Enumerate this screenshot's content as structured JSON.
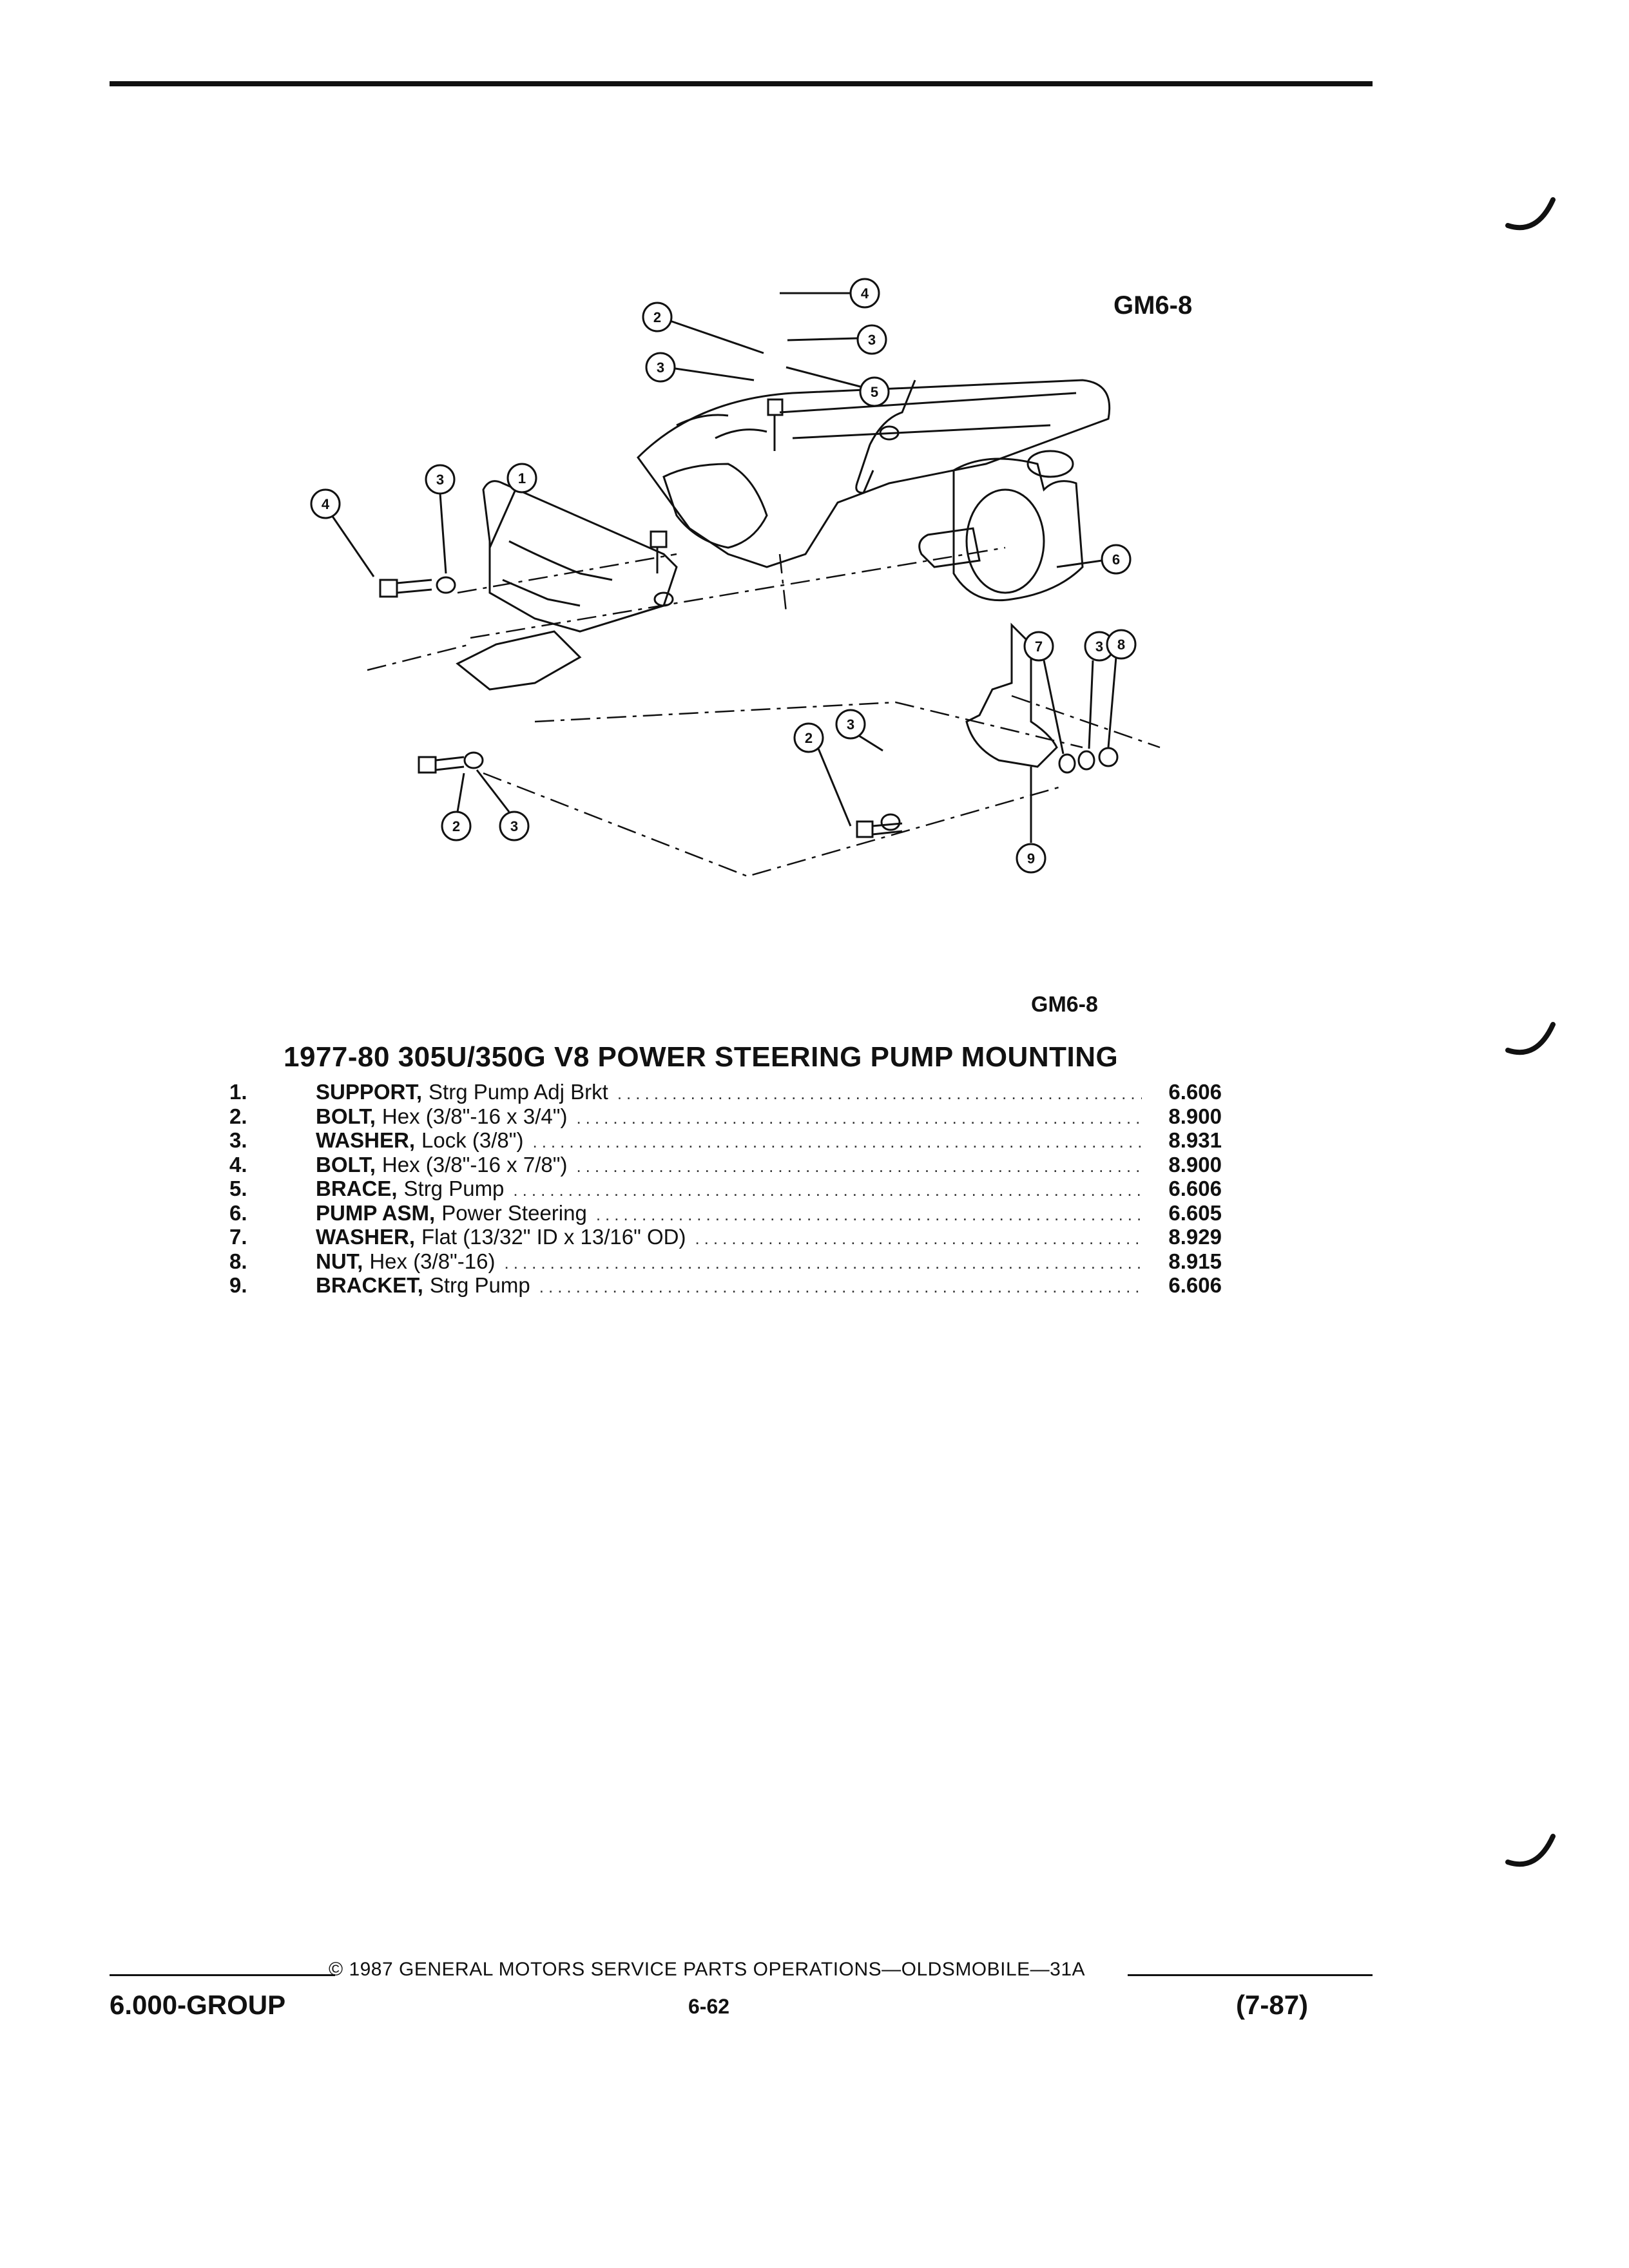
{
  "figure_code_top": "GM6-8",
  "figure_code_bottom": "GM6-8",
  "title": "1977-80 305U/350G V8 POWER STEERING PUMP MOUNTING",
  "callouts": [
    "1",
    "2",
    "3",
    "4",
    "5",
    "6",
    "7",
    "8",
    "9"
  ],
  "parts": [
    {
      "num": "1.",
      "name": "SUPPORT,",
      "spec": "Strg Pump Adj Brkt",
      "group": "6.606"
    },
    {
      "num": "2.",
      "name": "BOLT,",
      "spec": "Hex (3/8\"-16 x 3/4\")",
      "group": "8.900"
    },
    {
      "num": "3.",
      "name": "WASHER,",
      "spec": "Lock (3/8\")",
      "group": "8.931"
    },
    {
      "num": "4.",
      "name": "BOLT,",
      "spec": "Hex (3/8\"-16 x 7/8\")",
      "group": "8.900"
    },
    {
      "num": "5.",
      "name": "BRACE,",
      "spec": "Strg Pump",
      "group": "6.606"
    },
    {
      "num": "6.",
      "name": "PUMP ASM,",
      "spec": "Power Steering",
      "group": "6.605"
    },
    {
      "num": "7.",
      "name": "WASHER,",
      "spec": "Flat (13/32\" ID x 13/16\" OD)",
      "group": "8.929"
    },
    {
      "num": "8.",
      "name": "NUT,",
      "spec": "Hex (3/8\"-16)",
      "group": "8.915"
    },
    {
      "num": "9.",
      "name": "BRACKET,",
      "spec": "Strg Pump",
      "group": "6.606"
    }
  ],
  "footer": {
    "copyright": "© 1987 GENERAL MOTORS SERVICE PARTS OPERATIONS—OLDSMOBILE—31A",
    "group": "6.000-GROUP",
    "page": "6-62",
    "date": "(7-87)"
  }
}
